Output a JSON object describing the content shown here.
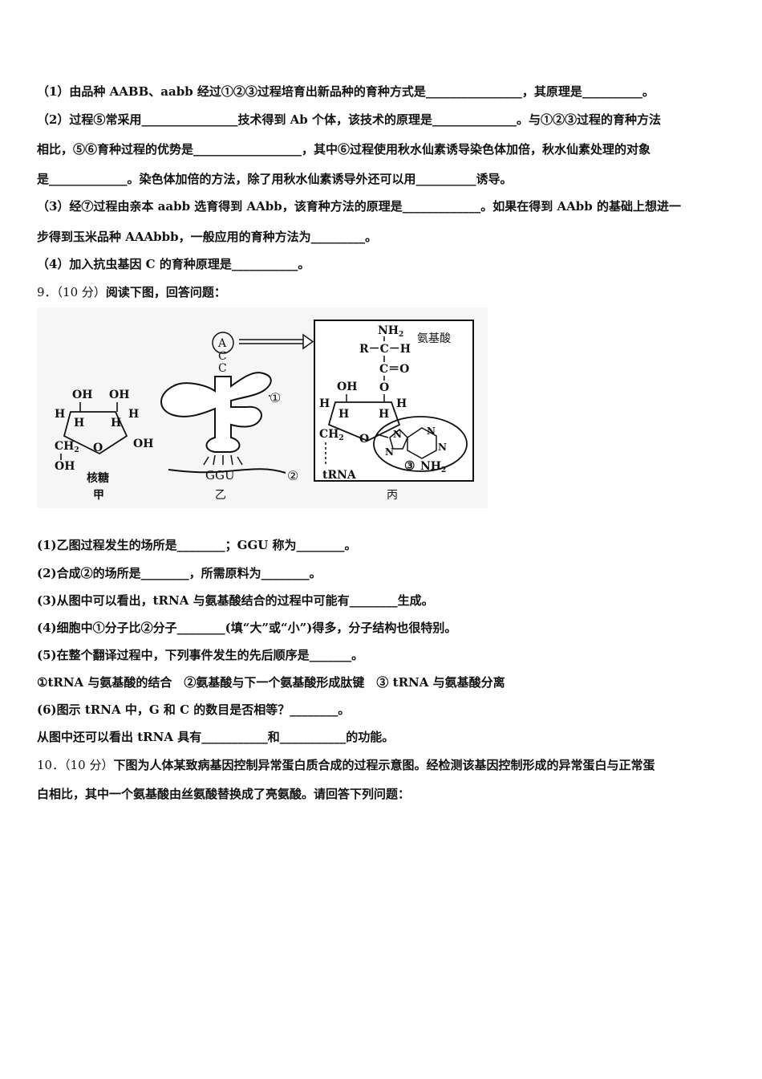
{
  "lines": {
    "l1": "（1）由品种 AABB、aabb 经过①②③过程培育出新品种的育种方式是________________，其原理是__________。",
    "l2": "（2）过程⑤常采用________________技术得到 Ab 个体，该技术的原理是______________。与①②③过程的育种方法",
    "l3": "相比，⑤⑥育种过程的优势是__________________，其中⑥过程使用秋水仙素诱导染色体加倍，秋水仙素处理的对象",
    "l4": "是_____________。染色体加倍的方法，除了用秋水仙素诱导外还可以用__________诱导。",
    "l5": "（3）经⑦过程由亲本 aabb 选育得到 AAbb，该育种方法的原理是_____________。如果在得到 AAbb 的基础上想进一",
    "l6": "步得到玉米品种 AAAbbb，一般应用的育种方法为_________。",
    "l7": "（4）加入抗虫基因 C 的育种原理是___________。",
    "q9_num": "9．（10 分）",
    "q9_text": "阅读下图，回答问题：",
    "q9_1": "(1)乙图过程发生的场所是________；GGU 称为________。",
    "q9_2": "(2)合成②的场所是________，所需原料为________。",
    "q9_3": "(3)从图中可以看出，tRNA 与氨基酸结合的过程中可能有________生成。",
    "q9_4": "(4)细胞中①分子比②分子________(填“大”或“小”)得多，分子结构也很特别。",
    "q9_5": "(5)在整个翻译过程中，下列事件发生的先后顺序是_______。",
    "q9_5opts": "①tRNA 与氨基酸的结合　②氨基酸与下一个氨基酸形成肽键　③ tRNA 与氨基酸分离",
    "q9_6": "(6)图示 tRNA 中，G 和 C 的数目是否相等？________。",
    "q9_7": "从图中还可以看出 tRNA 具有___________和___________的功能。",
    "q10_num": "10．（10 分）",
    "q10_a": "下图为人体某致病基因控制异常蛋白质合成的过程示意图。经检测该基因控制形成的异常蛋白与正常蛋",
    "q10_b": "白相比，其中一个氨基酸由丝氨酸替换成了亮氨酸。请回答下列问题："
  },
  "figure": {
    "jia": {
      "oh1": "OH",
      "oh2": "OH",
      "h1": "H",
      "h2": "H",
      "h3": "H",
      "h4": "H",
      "ch2": "CH",
      "sub2": "2",
      "o": "O",
      "oh3": "OH",
      "oh4": "OH",
      "name": "核糖",
      "caption": "甲"
    },
    "yi": {
      "a": "A",
      "c1": "C",
      "c2": "C",
      "mark1": "①",
      "ggu": "GGU",
      "mark2": "②",
      "caption": "乙"
    },
    "bing": {
      "nh2": "NH",
      "sub2": "2",
      "r": "R－C－H",
      "amino": "氨基酸",
      "c_eq_o": "C＝O",
      "o1": "O",
      "oh": "OH",
      "h1": "H",
      "h2": "H",
      "h3": "H",
      "h4": "H",
      "ch2": "CH",
      "o2": "O",
      "n1": "N",
      "n2": "N",
      "n3": "N",
      "n4": "N",
      "mark3": "③",
      "nh2b": "NH",
      "trna": "tRNA",
      "caption": "丙"
    }
  }
}
